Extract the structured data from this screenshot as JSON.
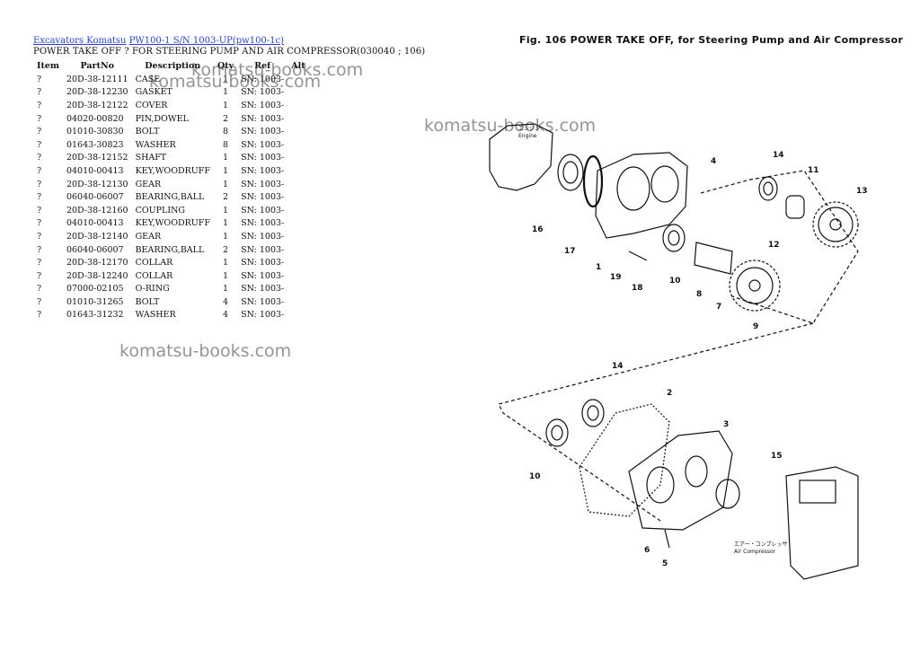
{
  "breadcrumb": {
    "link1": "Excavators Komatsu",
    "link2": "PW100-1 S/N 1003-UP(pw100-1c)"
  },
  "subtitle": "POWER TAKE OFF ? FOR STEERING PUMP AND AIR COMPRESSOR(030040 ; 106)",
  "table": {
    "headers": [
      "Item",
      "PartNo",
      "Description",
      "Qty",
      "Ref",
      "Alt"
    ],
    "rows": [
      [
        "?",
        "20D-38-12111",
        "CASE",
        "1",
        "SN: 1003-",
        ""
      ],
      [
        "?",
        "20D-38-12230",
        "GASKET",
        "1",
        "SN: 1003-",
        ""
      ],
      [
        "?",
        "20D-38-12122",
        "COVER",
        "1",
        "SN: 1003-",
        ""
      ],
      [
        "?",
        "04020-00820",
        "PIN,DOWEL",
        "2",
        "SN: 1003-",
        ""
      ],
      [
        "?",
        "01010-30830",
        "BOLT",
        "8",
        "SN: 1003-",
        ""
      ],
      [
        "?",
        "01643-30823",
        "WASHER",
        "8",
        "SN: 1003-",
        ""
      ],
      [
        "?",
        "20D-38-12152",
        "SHAFT",
        "1",
        "SN: 1003-",
        ""
      ],
      [
        "?",
        "04010-00413",
        "KEY,WOODRUFF",
        "1",
        "SN: 1003-",
        ""
      ],
      [
        "?",
        "20D-38-12130",
        "GEAR",
        "1",
        "SN: 1003-",
        ""
      ],
      [
        "?",
        "06040-06007",
        "BEARING,BALL",
        "2",
        "SN: 1003-",
        ""
      ],
      [
        "?",
        "20D-38-12160",
        "COUPLING",
        "1",
        "SN: 1003-",
        ""
      ],
      [
        "?",
        "04010-00413",
        "KEY,WOODRUFF",
        "1",
        "SN: 1003-",
        ""
      ],
      [
        "?",
        "20D-38-12140",
        "GEAR",
        "1",
        "SN: 1003-",
        ""
      ],
      [
        "?",
        "06040-06007",
        "BEARING,BALL",
        "2",
        "SN: 1003-",
        ""
      ],
      [
        "?",
        "20D-38-12170",
        "COLLAR",
        "1",
        "SN: 1003-",
        ""
      ],
      [
        "?",
        "20D-38-12240",
        "COLLAR",
        "1",
        "SN: 1003-",
        ""
      ],
      [
        "?",
        "07000-02105",
        "O-RING",
        "1",
        "SN: 1003-",
        ""
      ],
      [
        "?",
        "01010-31265",
        "BOLT",
        "4",
        "SN: 1003-",
        ""
      ],
      [
        "?",
        "01643-31232",
        "WASHER",
        "4",
        "SN: 1003-",
        ""
      ]
    ]
  },
  "watermark": "komatsu-books.com",
  "figure": {
    "title": "Fig. 106   POWER TAKE OFF, for Steering Pump and Air Compressor",
    "engine_label_jp": "エンジン",
    "engine_label": "Engine",
    "aircomp_label_jp": "エアー・コンプレッサ",
    "aircomp_label": "Air Compressor",
    "callouts": {
      "c1": "1",
      "c2": "2",
      "c3": "3",
      "c4": "4",
      "c5": "5",
      "c6": "6",
      "c7": "7",
      "c8": "8",
      "c9": "9",
      "c10": "10",
      "c11": "11",
      "c12": "12",
      "c13": "13",
      "c14": "14",
      "c15": "15",
      "c16": "16",
      "c17": "17",
      "c18": "18",
      "c19": "19"
    }
  }
}
